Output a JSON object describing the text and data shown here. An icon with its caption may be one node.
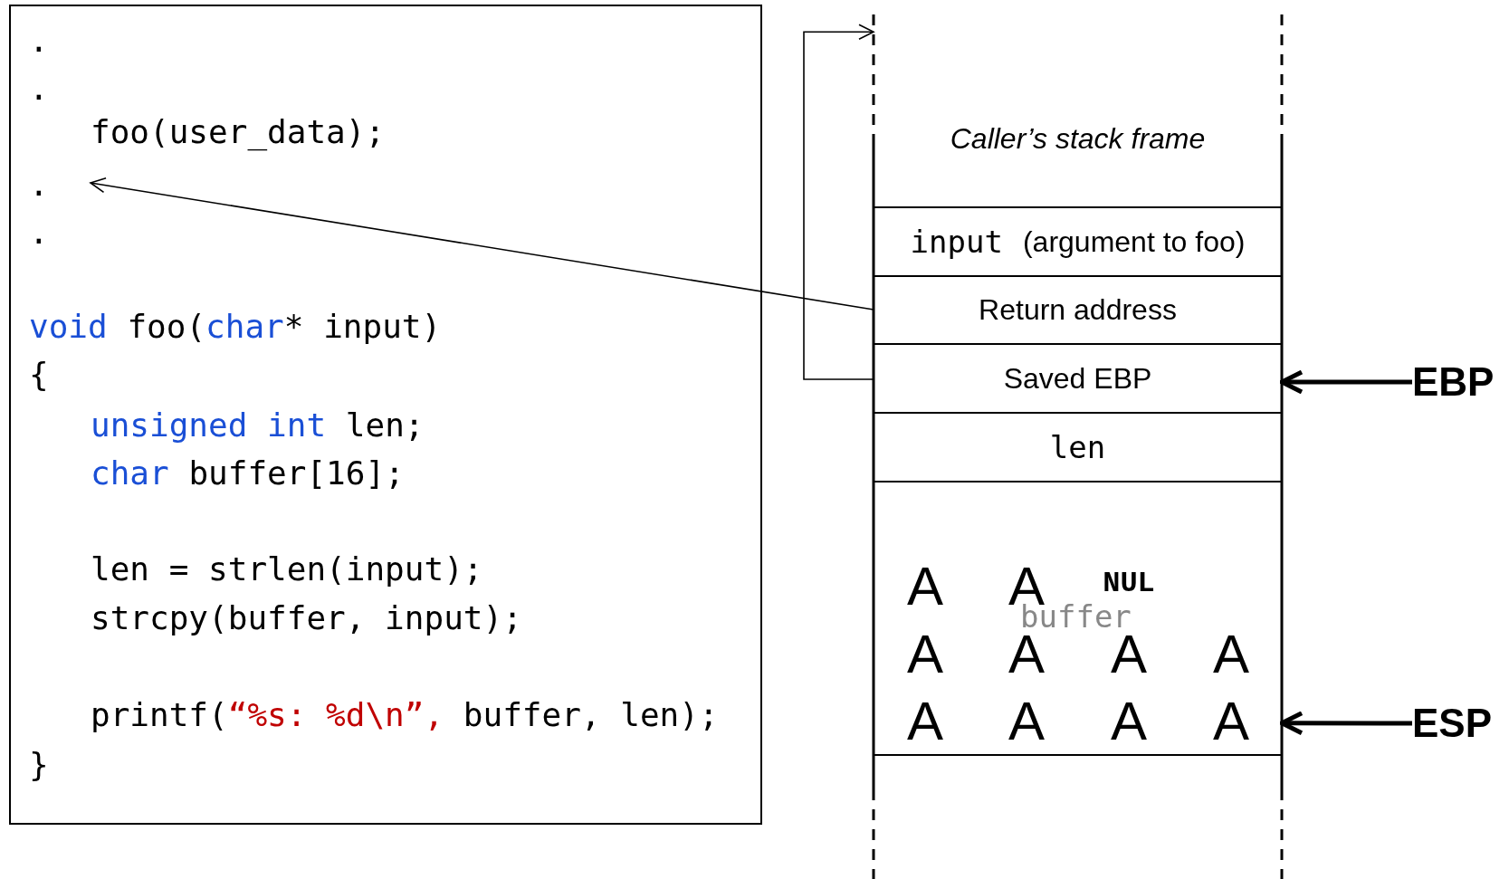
{
  "diagram": {
    "nodes": [
      {
        "text": [],
        "shape": "box"
      },
      {
        "text": [
          "."
        ],
        "in": 0
      },
      {
        "text": [
          "."
        ],
        "in": 0
      },
      {
        "text": [
          "foo(user_data);"
        ],
        "in": 0
      },
      {
        "text": [
          "."
        ],
        "in": 0
      },
      {
        "text": [
          "."
        ],
        "in": 0
      },
      {
        "text": [
          "void foo(char* input)"
        ],
        "in": 0
      },
      {
        "text": [
          "{"
        ],
        "in": 0
      },
      {
        "text": [
          "unsigned int len;"
        ],
        "in": 0
      },
      {
        "text": [
          "char buffer[16];"
        ],
        "in": 0
      },
      {
        "text": [
          "len = strlen(input);"
        ],
        "in": 0
      },
      {
        "text": [
          "strcpy(buffer, input);"
        ],
        "in": 0
      },
      {
        "text": [
          "printf(“%s: %d\\n”, buffer, len);"
        ],
        "in": 0
      },
      {
        "text": [
          "}"
        ],
        "in": 0
      },
      {
        "text": [
          "Caller’s stack frame"
        ]
      },
      {
        "text": [
          "input",
          "(argument to foo)"
        ]
      },
      {
        "text": [
          "Return address"
        ]
      },
      {
        "text": [
          "Saved EBP"
        ]
      },
      {
        "text": [
          "len"
        ]
      },
      {
        "text": [
          "buffer"
        ]
      },
      {
        "text": [
          "EBP"
        ]
      },
      {
        "text": [
          "ESP"
        ]
      }
    ],
    "edges": [
      {
        "from": 16,
        "to": 4,
        "arrow": "to"
      },
      {
        "from": 17,
        "to": 14,
        "arrow": "to"
      },
      {
        "from": 20,
        "to": 17,
        "arrow": "to",
        "style": "thick"
      },
      {
        "from": 21,
        "to": 19,
        "arrow": "to",
        "style": "thick"
      }
    ],
    "labels": [
      "A",
      "A",
      "NUL",
      "A",
      "A",
      "A",
      "A",
      "A",
      "A",
      "A",
      "A"
    ]
  }
}
